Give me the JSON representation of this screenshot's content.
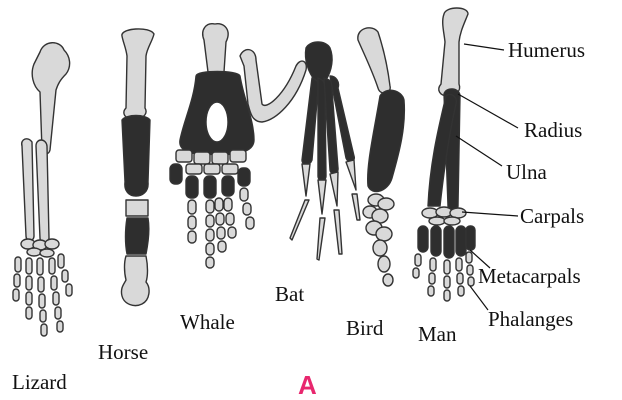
{
  "colors": {
    "light_bone": "#d9d9d9",
    "dark_bone": "#2e2e2e",
    "outline": "#333333",
    "figure_letter": "#e8276e"
  },
  "animals": {
    "lizard": "Lizard",
    "horse": "Horse",
    "whale": "Whale",
    "bat": "Bat",
    "bird": "Bird",
    "man": "Man"
  },
  "bones": {
    "humerus": "Humerus",
    "radius": "Radius",
    "ulna": "Ulna",
    "carpals": "Carpals",
    "metacarpals": "Metacarpals",
    "phalanges": "Phalanges"
  },
  "figure_letter": "A"
}
